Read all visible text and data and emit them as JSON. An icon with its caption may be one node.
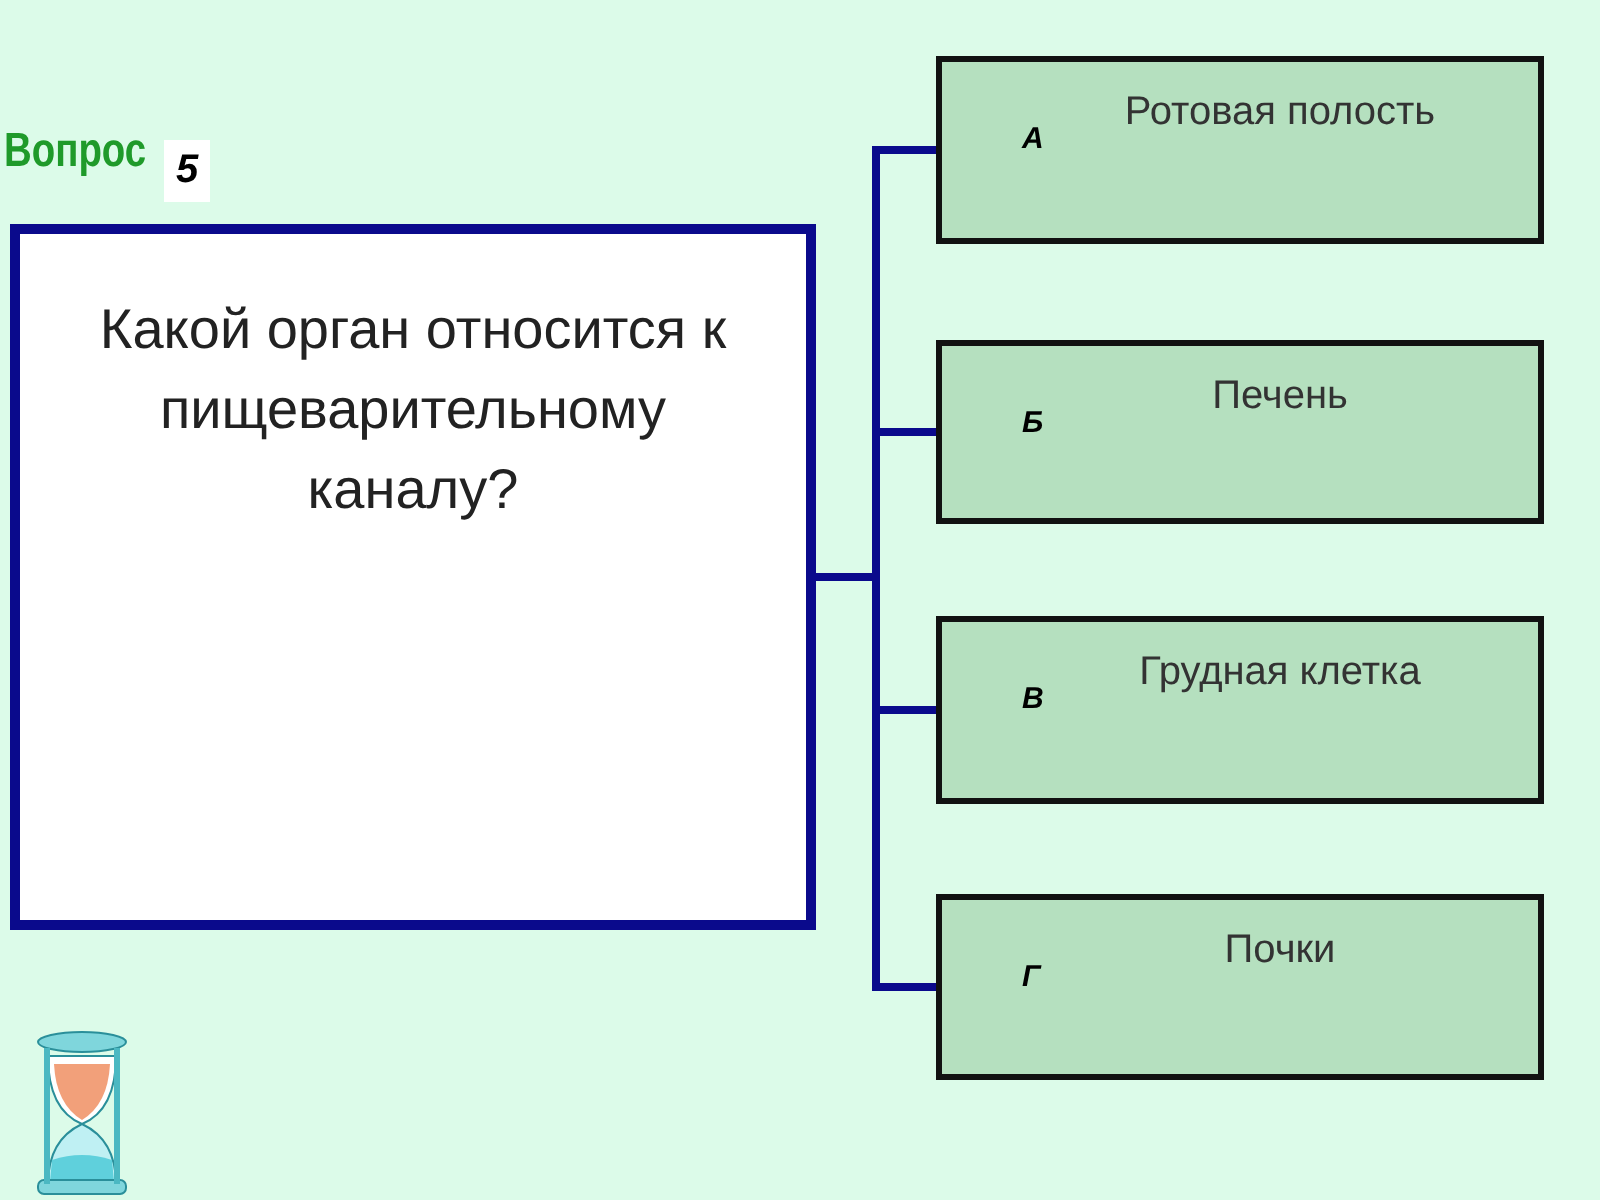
{
  "diagram": {
    "nodes": [
      {
        "text": [
          "Какой орган относится к пищеварительному каналу?"
        ]
      },
      {
        "text": [
          "А",
          "Ротовая полость"
        ]
      },
      {
        "text": [
          "Б",
          "Печень"
        ]
      },
      {
        "text": [
          "В",
          "Грудная клетка"
        ]
      },
      {
        "text": [
          "Г",
          "Почки"
        ]
      }
    ],
    "edges": [
      {
        "from": 0,
        "to": 1,
        "arrow": "none"
      },
      {
        "from": 0,
        "to": 2,
        "arrow": "none"
      },
      {
        "from": 0,
        "to": 3,
        "arrow": "none"
      },
      {
        "from": 0,
        "to": 4,
        "arrow": "none"
      }
    ],
    "labels": [
      "Вопрос",
      "5"
    ]
  }
}
